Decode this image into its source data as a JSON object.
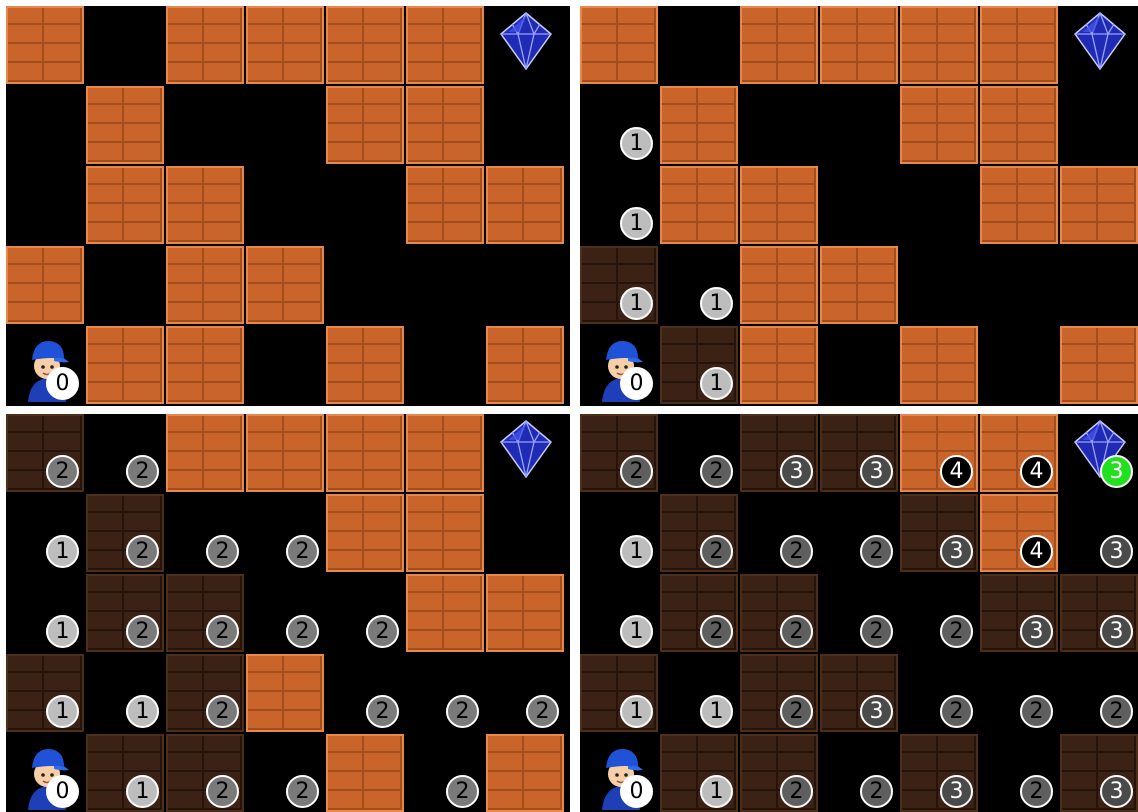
{
  "colors": {
    "brick": "#c9652a",
    "brick_dark": "#3b2214",
    "background": "#000000",
    "badge_light": "#bdbdbd",
    "badge_mid": "#6e6e6e",
    "badge_black": "#000000",
    "badge_green": "#22e01f",
    "gem": "#1f2bb5"
  },
  "panels": [
    {
      "tiles": [
        [
          "brick",
          "empty",
          "brick",
          "brick",
          "brick",
          "brick",
          "gem"
        ],
        [
          "empty",
          "brick",
          "empty",
          "empty",
          "brick",
          "brick",
          "empty"
        ],
        [
          "empty",
          "brick",
          "brick",
          "empty",
          "empty",
          "brick",
          "brick"
        ],
        [
          "brick",
          "empty",
          "brick",
          "brick",
          "empty",
          "empty",
          "empty"
        ],
        [
          "player",
          "brick",
          "brick",
          "empty",
          "brick",
          "empty",
          "brick"
        ]
      ],
      "labels": [
        [
          null,
          null,
          null,
          null,
          null,
          null,
          null
        ],
        [
          null,
          null,
          null,
          null,
          null,
          null,
          null
        ],
        [
          null,
          null,
          null,
          null,
          null,
          null,
          null
        ],
        [
          null,
          null,
          null,
          null,
          null,
          null,
          null
        ],
        [
          "0",
          null,
          null,
          null,
          null,
          null,
          null
        ]
      ]
    },
    {
      "tiles": [
        [
          "brick",
          "empty",
          "brick",
          "brick",
          "brick",
          "brick",
          "gem"
        ],
        [
          "empty",
          "brick",
          "empty",
          "empty",
          "brick",
          "brick",
          "empty"
        ],
        [
          "empty",
          "brick",
          "brick",
          "empty",
          "empty",
          "brick",
          "brick"
        ],
        [
          "dark",
          "empty",
          "brick",
          "brick",
          "empty",
          "empty",
          "empty"
        ],
        [
          "player",
          "dark",
          "brick",
          "empty",
          "brick",
          "empty",
          "brick"
        ]
      ],
      "labels": [
        [
          null,
          null,
          null,
          null,
          null,
          null,
          null
        ],
        [
          "1",
          null,
          null,
          null,
          null,
          null,
          null
        ],
        [
          "1",
          null,
          null,
          null,
          null,
          null,
          null
        ],
        [
          "1",
          "1",
          null,
          null,
          null,
          null,
          null
        ],
        [
          "0",
          "1",
          null,
          null,
          null,
          null,
          null
        ]
      ]
    },
    {
      "tiles": [
        [
          "dark",
          "empty",
          "brick",
          "brick",
          "brick",
          "brick",
          "gem"
        ],
        [
          "empty",
          "dark",
          "empty",
          "empty",
          "brick",
          "brick",
          "empty"
        ],
        [
          "empty",
          "dark",
          "dark",
          "empty",
          "empty",
          "brick",
          "brick"
        ],
        [
          "dark",
          "empty",
          "dark",
          "brick",
          "empty",
          "empty",
          "empty"
        ],
        [
          "player",
          "dark",
          "dark",
          "empty",
          "brick",
          "empty",
          "brick"
        ]
      ],
      "labels": [
        [
          "2",
          "2",
          null,
          null,
          null,
          null,
          null
        ],
        [
          "1",
          "2",
          "2",
          "2",
          null,
          null,
          null
        ],
        [
          "1",
          "2",
          "2",
          "2",
          "2",
          null,
          null
        ],
        [
          "1",
          "1",
          "2",
          null,
          "2",
          "2",
          "2"
        ],
        [
          "0",
          "1",
          "2",
          "2",
          null,
          "2",
          null
        ]
      ]
    },
    {
      "tiles": [
        [
          "dark",
          "empty",
          "dark",
          "dark",
          "brick",
          "brick",
          "gem"
        ],
        [
          "empty",
          "dark",
          "empty",
          "empty",
          "dark",
          "brick",
          "empty"
        ],
        [
          "empty",
          "dark",
          "dark",
          "empty",
          "empty",
          "dark",
          "dark"
        ],
        [
          "dark",
          "empty",
          "dark",
          "dark",
          "empty",
          "empty",
          "empty"
        ],
        [
          "player",
          "dark",
          "dark",
          "empty",
          "dark",
          "empty",
          "dark"
        ]
      ],
      "labels": [
        [
          "2",
          "2",
          "3",
          "3",
          "4",
          "4",
          "3"
        ],
        [
          "1",
          "2",
          "2",
          "2",
          "3",
          "4",
          "3"
        ],
        [
          "1",
          "2",
          "2",
          "2",
          "2",
          "3",
          "3"
        ],
        [
          "1",
          "1",
          "2",
          "3",
          "2",
          "2",
          "2"
        ],
        [
          "0",
          "1",
          "2",
          "2",
          "3",
          "2",
          "3"
        ]
      ],
      "highlight": [
        0,
        6
      ]
    }
  ]
}
